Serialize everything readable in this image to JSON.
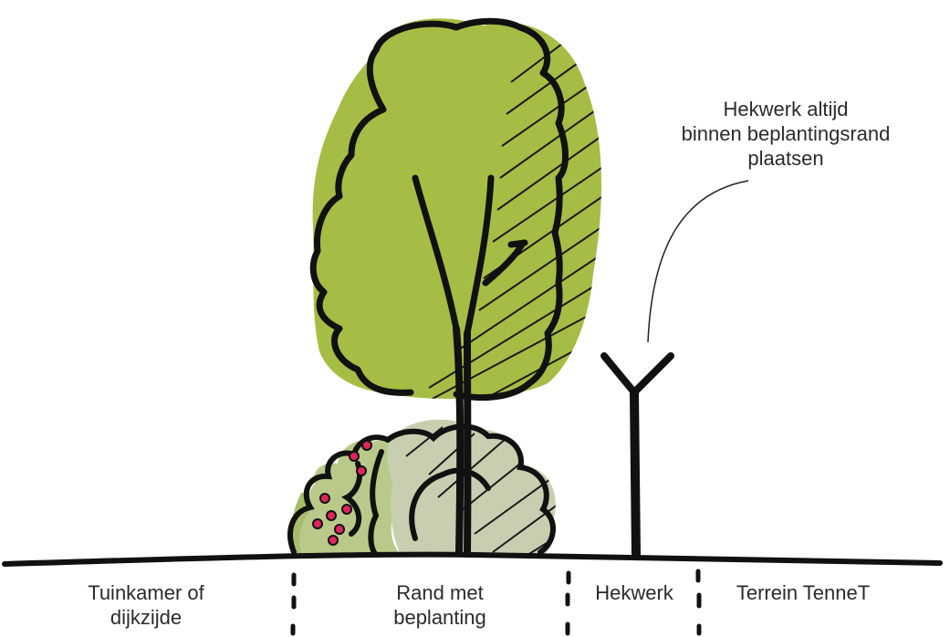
{
  "annotation": {
    "lines": [
      "Hekwerk altijd",
      "binnen beplantingsrand",
      "plaatsen"
    ]
  },
  "zones": [
    {
      "id": "tuinkamer",
      "lines": [
        "Tuinkamer of",
        "dijkzijde"
      ]
    },
    {
      "id": "rand",
      "lines": [
        "Rand met",
        "beplanting"
      ]
    },
    {
      "id": "hekwerk",
      "lines": [
        "Hekwerk"
      ]
    },
    {
      "id": "terrein",
      "lines": [
        "Terrein TenneT"
      ]
    }
  ],
  "colors": {
    "tree_crown": "#a6bd45",
    "shrub_light": "#bfc9a0",
    "shrub_green": "#a8bc6a",
    "berry": "#e0245e",
    "outline": "#111111",
    "text": "#2b2b2b"
  },
  "icons": {
    "tree": "tree-sketch-icon",
    "shrub": "shrub-sketch-icon",
    "fence": "fence-post-icon"
  }
}
